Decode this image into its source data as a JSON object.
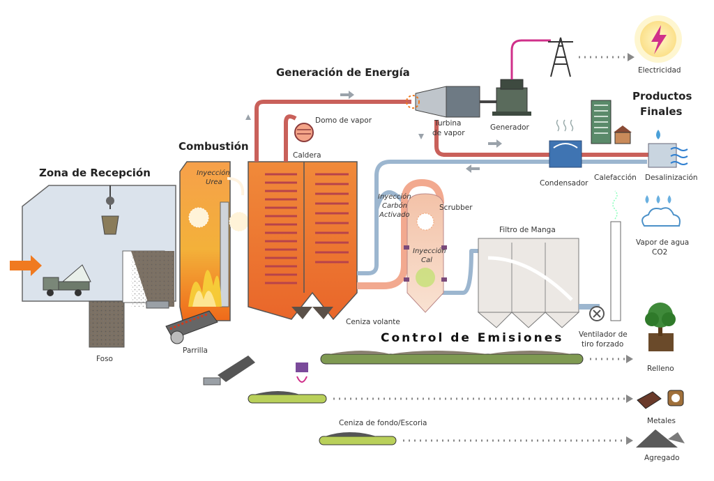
{
  "sections": {
    "reception": "Zona de Recepción",
    "combustion": "Combustión",
    "energy": "Generación de Energía",
    "products": [
      "Productos",
      "Finales"
    ],
    "emissions": "Control de Emisiones"
  },
  "labels": {
    "pit": "Foso",
    "grate": "Parrilla",
    "urea": [
      "Inyección",
      "Urea"
    ],
    "steam_drum": "Domo de vapor",
    "boiler": "Caldera",
    "turbine": [
      "Turbina",
      "de vapor"
    ],
    "generator": "Generador",
    "electricity": "Electricidad",
    "condenser": "Condensador",
    "heating": "Calefacción",
    "desalination": "Desalinización",
    "carbon": [
      "Inyección",
      "Carbón",
      "Activado"
    ],
    "scrubber": "Scrubber",
    "lime": [
      "Inyección",
      "Cal"
    ],
    "bag_filter": "Filtro de Manga",
    "water_vapor": [
      "Vapor de agua",
      "CO2"
    ],
    "fly_ash": "Ceniza volante",
    "fan": [
      "Ventilador de",
      "tiro forzado"
    ],
    "landfill": "Relleno",
    "metals": "Metales",
    "bottom_ash": "Ceniza de fondo/Escoria",
    "aggregate": "Agregado"
  },
  "colors": {
    "steam_pipe": "#c9605a",
    "water_pipe": "#9cb6cf",
    "fire": "#f08a2a",
    "power_line": "#d0308a",
    "arrow": "#f07a20"
  }
}
